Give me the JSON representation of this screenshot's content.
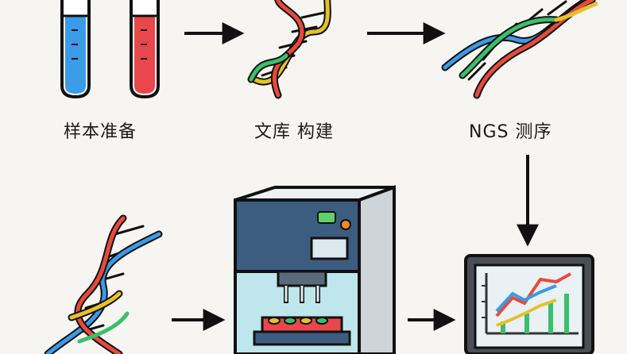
{
  "steps": {
    "sample_prep": "样本准备",
    "library_build": "文库 构建",
    "ngs": "NGS 测序"
  },
  "colors": {
    "tube_blue": "#3a9be8",
    "tube_red": "#e8474c",
    "machine_top": "#3c5d80",
    "machine_window": "#bfe6ea",
    "screen_bg": "#e9f1f5",
    "green_led": "#5fd06a",
    "orange_led": "#f08a2c"
  },
  "icons": [
    "test-tube-icon",
    "dna-helix-icon",
    "sequencer-machine-icon",
    "monitor-chart-icon",
    "arrow-icon"
  ]
}
